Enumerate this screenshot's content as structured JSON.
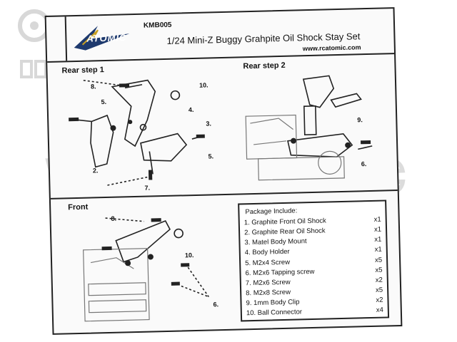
{
  "header": {
    "brand": "ATOMIC",
    "model_code": "KMB005",
    "title": "1/24 Mini-Z Buggy  Grahpite Oil Shock Stay Set",
    "website": "www.rcatomic.com"
  },
  "sections": {
    "rear_step_1": "Rear step 1",
    "rear_step_2": "Rear step 2",
    "front": "Front"
  },
  "callouts": {
    "rear1": [
      "8.",
      "5.",
      "10.",
      "4.",
      "3.",
      "2.",
      "5.",
      "7."
    ],
    "rear2": [
      "9.",
      "6."
    ],
    "front": [
      "8.",
      "10.",
      "6."
    ]
  },
  "package": {
    "title": "Package Include:",
    "items": [
      {
        "name": "1. Graphite Front Oil Shock",
        "qty": "x1"
      },
      {
        "name": "2. Graphite Rear Oil Shock",
        "qty": "x1"
      },
      {
        "name": "3. Matel Body Mount",
        "qty": "x1"
      },
      {
        "name": "4. Body Holder",
        "qty": "x1"
      },
      {
        "name": "5. M2x4 Screw",
        "qty": "x5"
      },
      {
        "name": "6. M2x6 Tapping screw",
        "qty": "x5"
      },
      {
        "name": "7. M2x6  Screw",
        "qty": "x2"
      },
      {
        "name": "8. M2x8  Screw",
        "qty": "x5"
      },
      {
        "name": "9. 1mm  Body Clip",
        "qty": "x2"
      },
      {
        "name": "10. Ball Connector",
        "qty": "x4"
      }
    ]
  },
  "watermark": "www.trp.cc",
  "colors": {
    "ink": "#222222",
    "paper": "#fafafa",
    "watermark": "#dcdcdc"
  }
}
